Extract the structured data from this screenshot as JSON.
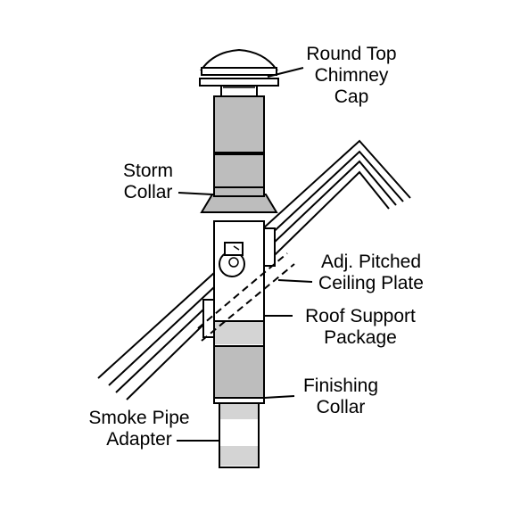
{
  "diagram": {
    "colors": {
      "outline": "#000000",
      "pipe_fill": "#bdbdbd",
      "pipe_light": "#d4d4d4",
      "background": "#ffffff",
      "white_part": "#ffffff"
    },
    "labels": {
      "round_top_chimney_cap": [
        "Round Top",
        "Chimney",
        "Cap"
      ],
      "storm_collar": [
        "Storm",
        "Collar"
      ],
      "adj_pitched_ceiling_plate": [
        "Adj. Pitched",
        "Ceiling Plate"
      ],
      "roof_support_package": [
        "Roof Support",
        "Package"
      ],
      "finishing_collar": [
        "Finishing",
        "Collar"
      ],
      "smoke_pipe_adapter": [
        "Smoke Pipe",
        "Adapter"
      ]
    }
  }
}
